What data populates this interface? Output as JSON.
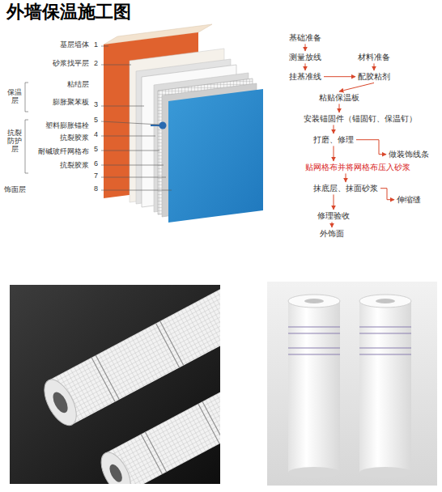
{
  "diagram": {
    "title": "外墙保温施工图",
    "nodes": [
      {
        "text": [
          "基础准备"
        ]
      },
      {
        "text": [
          "测量放线"
        ]
      },
      {
        "text": [
          "材料准备"
        ]
      },
      {
        "text": [
          "挂基准线"
        ]
      },
      {
        "text": [
          "配胶粘剂"
        ]
      },
      {
        "text": [
          "粘贴保温板"
        ]
      },
      {
        "text": [
          "安装锚固件（锚固钉、保温钉）"
        ]
      },
      {
        "text": [
          "打磨、修理"
        ]
      },
      {
        "text": [
          "做装饰线条"
        ]
      },
      {
        "text": [
          "贴网格布并将网格布压入砂浆"
        ]
      },
      {
        "text": [
          "抹底层、抹面砂浆"
        ]
      },
      {
        "text": [
          "伸缩缝"
        ]
      },
      {
        "text": [
          "修理验收"
        ]
      },
      {
        "text": [
          "外饰面"
        ]
      }
    ],
    "edges": [
      {
        "from": 0,
        "to": 1,
        "arrow": "to"
      },
      {
        "from": 1,
        "to": 3,
        "arrow": "to"
      },
      {
        "from": 2,
        "to": 4,
        "arrow": "to"
      },
      {
        "from": 3,
        "to": 4,
        "arrow": "to"
      },
      {
        "from": 4,
        "to": 5,
        "arrow": "to"
      },
      {
        "from": 5,
        "to": 6,
        "arrow": "to"
      },
      {
        "from": 6,
        "to": 7,
        "arrow": "to"
      },
      {
        "from": 7,
        "to": 8,
        "arrow": "to"
      },
      {
        "from": 7,
        "to": 9,
        "arrow": "to"
      },
      {
        "from": 9,
        "to": 10,
        "arrow": "to"
      },
      {
        "from": 10,
        "to": 11,
        "arrow": "to"
      },
      {
        "from": 10,
        "to": 12,
        "arrow": "to"
      },
      {
        "from": 12,
        "to": 13,
        "arrow": "to"
      }
    ],
    "labels": [
      "基层墙体",
      "1",
      "砂浆找平层",
      "2",
      "保温层",
      "粘结层",
      "膨胀聚苯板",
      "3",
      "5",
      "抗裂防护层",
      "塑料膨胀锚栓",
      "4",
      "抗裂胶浆",
      "5",
      "耐碱玻纤网格布",
      "6",
      "抗裂胶浆",
      "7",
      "饰面层",
      "8"
    ]
  }
}
